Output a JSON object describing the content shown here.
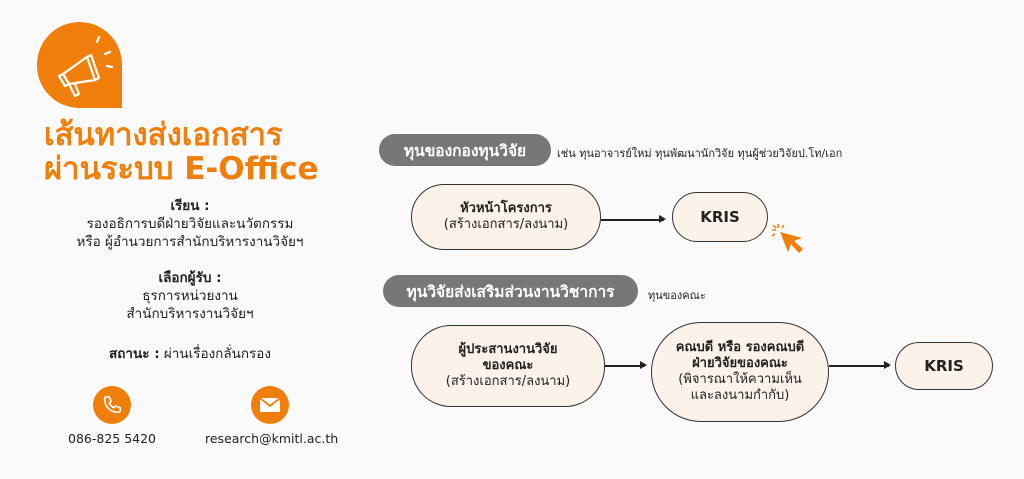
{
  "title": {
    "line1": "เส้นทางส่งเอกสาร",
    "line2": "ผ่านระบบ E-Office"
  },
  "to": {
    "label": "เรียน :",
    "line1": "รองอธิการบดีฝ่ายวิจัยและนวัตกรรม",
    "line2": "หรือ ผู้อำนวยการสำนักบริหารงานวิจัยฯ"
  },
  "recipient": {
    "label": "เลือกผู้รับ :",
    "line1": "ธุรการหน่วยงาน",
    "line2": "สำนักบริหารงานวิจัยฯ"
  },
  "status": {
    "label": "สถานะ :",
    "value": "ผ่านเรื่องกลั่นกรอง"
  },
  "contact": {
    "phone": "086-825 5420",
    "email": "research@kmitl.ac.th"
  },
  "flow1": {
    "pill": "ทุนของกองทุนวิจัย",
    "note": "เช่น ทุนอาจารย์ใหม่ ทุนพัฒนานักวิจัย ทุนผู้ช่วยวิจัยป.โท/เอก",
    "node1_title": "หัวหน้าโครงการ",
    "node1_sub": "(สร้างเอกสาร/ลงนาม)",
    "node2": "KRIS"
  },
  "flow2": {
    "pill": "ทุนวิจัยส่งเสริมส่วนงานวิชาการ",
    "note": "ทุนของคณะ",
    "node1_title1": "ผู้ประสานงานวิจัย",
    "node1_title2": "ของคณะ",
    "node1_sub": "(สร้างเอกสาร/ลงนาม)",
    "node2_title1": "คณบดี หรือ รองคณบดี",
    "node2_title2": "ฝ่ายวิจัยของคณะ",
    "node2_sub1": "(พิจารณาให้ความเห็น",
    "node2_sub2": "และลงนามกำกับ)",
    "node3": "KRIS"
  },
  "colors": {
    "accent": "#f07e0a",
    "pill": "#777777",
    "node_bg": "#fbf3ea"
  }
}
